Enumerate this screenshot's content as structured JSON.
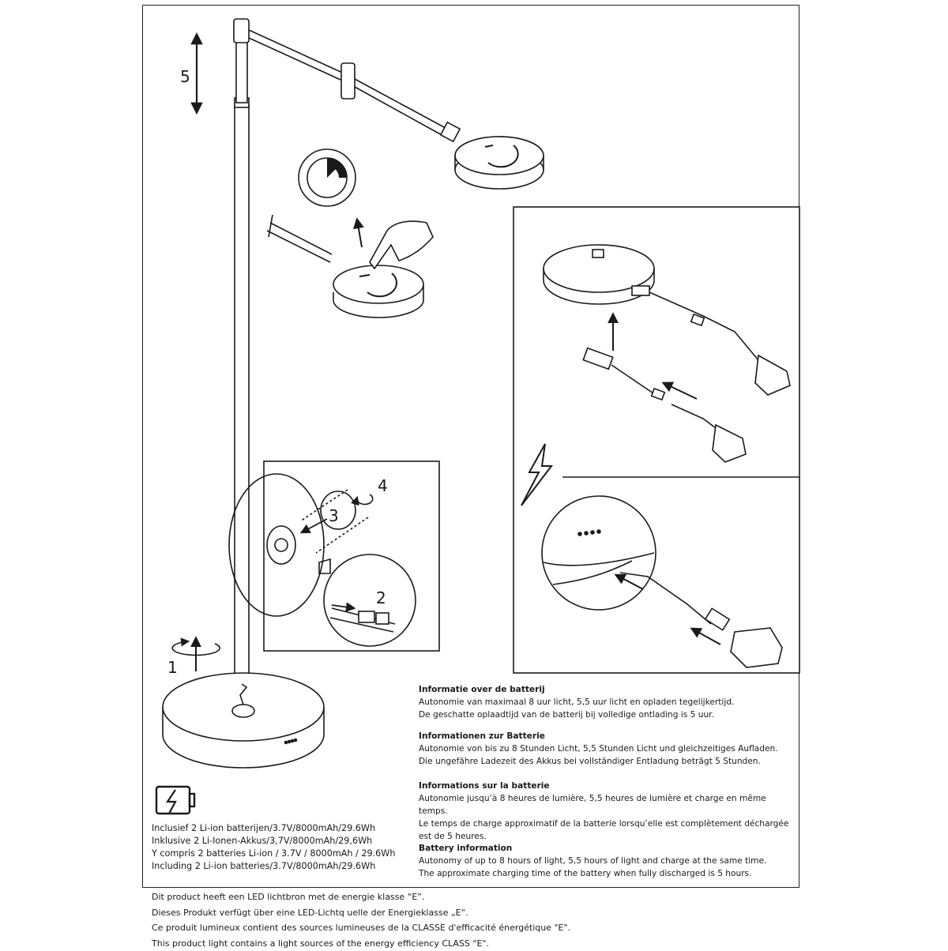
{
  "callouts": {
    "height": "5",
    "rotate_base": "1",
    "connector": "2",
    "cover": "3",
    "screws": "4"
  },
  "battery_info": {
    "nl": {
      "heading": "Informatie over de batterij",
      "lines": [
        "Autonomie van maximaal 8 uur licht, 5,5 uur licht en opladen tegelijkertijd.",
        "De geschatte oplaadtijd van de batterij bij volledige ontlading is 5 uur."
      ]
    },
    "de": {
      "heading": "Informationen zur Batterie",
      "lines": [
        "Autonomie von bis zu 8 Stunden Licht, 5,5 Stunden Licht und gleichzeitiges Aufladen.",
        "Die ungefähre Ladezeit des Akkus bei vollständiger Entladung beträgt 5 Stunden."
      ]
    },
    "fr": {
      "heading": "Informations sur la batterie",
      "lines": [
        "Autonomie jusqu’à 8 heures de lumière, 5,5 heures de lumière et charge en même temps.",
        "Le temps de charge approximatif de la batterie lorsqu’elle est complètement déchargée",
        "est de 5 heures."
      ]
    },
    "en": {
      "heading": "Battery information",
      "lines": [
        "Autonomy of up to 8 hours of light, 5,5 hours of light and charge at the same time.",
        "The approximate charging time of the battery when fully discharged is 5 hours."
      ]
    }
  },
  "battery_specs": [
    "Inclusief 2 Li-ion batterijen/3.7V/8000mAh/29.6Wh",
    "Inklusive 2 Li-Ionen-Akkus/3,7V/8000mAh/29,6Wh",
    "Y compris 2 batteries Li-ion / 3.7V / 8000mAh / 29.6Wh",
    "Including 2 Li-ion batteries/3.7V/8000mAh/29.6Wh"
  ],
  "footer_lines": [
    "Dit product heeft een LED lichtbron met de energie klasse “E”.",
    "Dieses Produkt verfügt über eine LED-Lichtq uelle der Energieklasse „E“.",
    "Ce produit lumineux contient des sources lumineuses de la CLASSE d'efficacité énergétique \"E\".",
    "This product light contains a light sources of the energy efficiency CLASS \"E\"."
  ],
  "icons": [
    "battery-charging-icon",
    "lightning-icon",
    "touch-dimmer-icon",
    "rotate-arrow-icon"
  ]
}
